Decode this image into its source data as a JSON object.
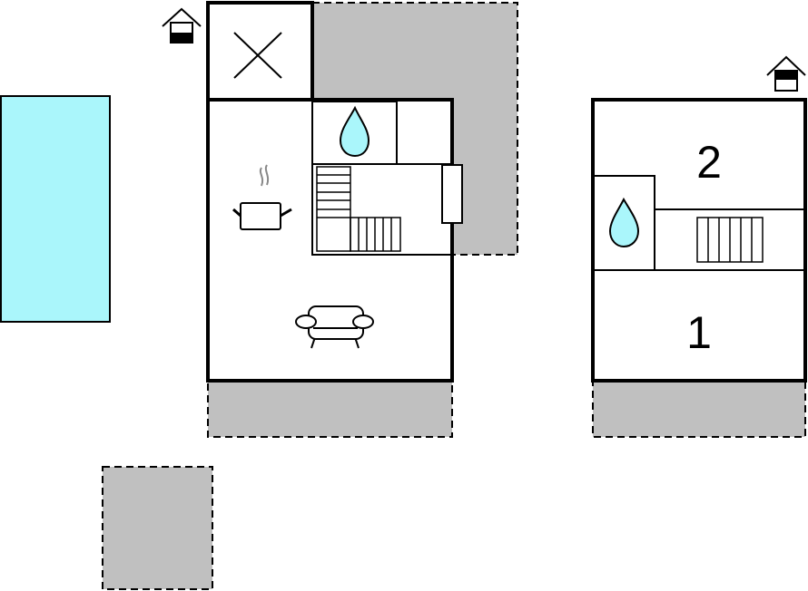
{
  "floors": {
    "ground": {
      "icon": "house-ground-floor-icon",
      "rooms": [
        "kitchen",
        "living-room",
        "bathroom",
        "stairs",
        "storage"
      ]
    },
    "upper": {
      "icon": "house-upper-floor-icon",
      "bedrooms": [
        {
          "label": "2"
        },
        {
          "label": "1"
        }
      ]
    }
  },
  "colors": {
    "pool": "#aaf6fb",
    "terrace": "#c0c0c0",
    "water": "#aaf6fb",
    "wall": "#000000"
  }
}
